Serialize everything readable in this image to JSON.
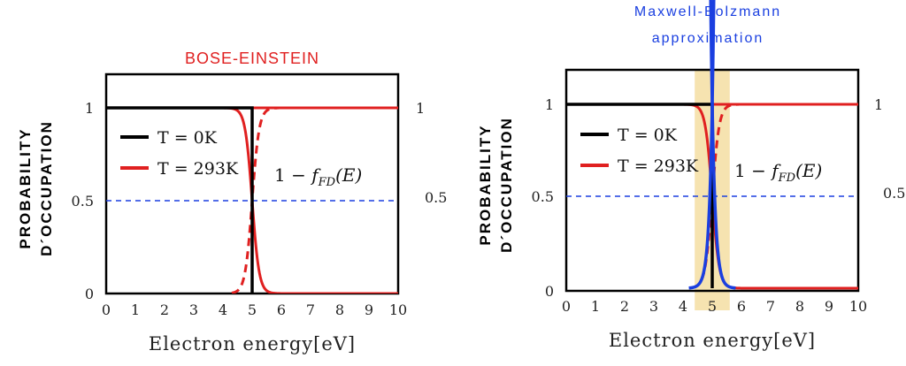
{
  "chart_data": [
    {
      "type": "line",
      "title": "BOSE-EINSTEIN",
      "xlabel": "Electron energy[eV]",
      "ylabel_line1": "PROBABILITY",
      "ylabel_line2": "D´OCCUPATION",
      "xlim": [
        0,
        10
      ],
      "ylim": [
        0,
        1.2
      ],
      "x_ticks": [
        "0",
        "1",
        "2",
        "3",
        "4",
        "5",
        "6",
        "7",
        "8",
        "9",
        "10"
      ],
      "y_ticks": [
        "0",
        "0.5",
        "1"
      ],
      "right_labels": [
        "1",
        "0.5"
      ],
      "annotation": "1 − f_FD(E)",
      "legend": [
        {
          "name": "T = 0K",
          "color": "#000000"
        },
        {
          "name": "T = 293K",
          "color": "#e02020"
        }
      ],
      "fermi_level": 5,
      "series": [
        {
          "name": "T = 0K",
          "color": "#000000",
          "x": [
            0,
            5,
            5
          ],
          "y": [
            1,
            1,
            0
          ]
        },
        {
          "name": "T = 293K",
          "color": "#e02020",
          "style": "solid",
          "function": "fermi_dirac",
          "mu": 5,
          "kT": 0.12
        },
        {
          "style": "dashed",
          "color": "#e02020",
          "function": "one_minus_fermi_dirac",
          "mu": 5,
          "kT": 0.12
        },
        {
          "style": "solid",
          "color": "#e02020",
          "x": [
            0,
            10
          ],
          "y": [
            1,
            1
          ]
        },
        {
          "style": "dashed",
          "color": "#1a3fe0",
          "x": [
            0,
            10
          ],
          "y": [
            0.5,
            0.5
          ]
        }
      ]
    },
    {
      "type": "line",
      "title_line1": "Maxwell-Bolzmann",
      "title_line2": "approximation",
      "xlabel": "Electron energy[eV]",
      "ylabel_line1": "PROBABILITY",
      "ylabel_line2": "D´OCCUPATION",
      "xlim": [
        0,
        10
      ],
      "ylim": [
        0,
        1.2
      ],
      "x_ticks": [
        "0",
        "1",
        "2",
        "3",
        "4",
        "5",
        "6",
        "7",
        "8",
        "9",
        "10"
      ],
      "y_ticks": [
        "0",
        "0.5",
        "1"
      ],
      "right_labels": [
        "1",
        "0.5"
      ],
      "annotation": "1 − f_FD(E)",
      "legend": [
        {
          "name": "T = 0K",
          "color": "#000000"
        },
        {
          "name": "T = 293K",
          "color": "#e02020"
        }
      ],
      "highlight_band": {
        "x": [
          4.4,
          5.6
        ],
        "color": "#f6e3b0"
      },
      "series": [
        {
          "name": "T = 0K",
          "color": "#000000",
          "x": [
            0,
            5,
            5
          ],
          "y": [
            1,
            1,
            0
          ]
        },
        {
          "name": "T = 293K",
          "color": "#e02020",
          "style": "solid",
          "function": "fermi_dirac",
          "mu": 5,
          "kT": 0.12
        },
        {
          "style": "dashed",
          "color": "#e02020",
          "function": "one_minus_fermi_dirac",
          "mu": 5,
          "kT": 0.12
        },
        {
          "style": "solid",
          "color": "#e02020",
          "x": [
            0,
            10
          ],
          "y": [
            1,
            1
          ]
        },
        {
          "style": "solid",
          "color": "#1a3fe0",
          "function": "boltzmann_decay",
          "mu": 5,
          "kT": 0.12
        },
        {
          "style": "solid",
          "color": "#1a3fe0",
          "function": "boltzmann_rise",
          "mu": 5,
          "kT": 0.12
        },
        {
          "style": "dashed",
          "color": "#1a3fe0",
          "x": [
            0,
            10
          ],
          "y": [
            0.5,
            0.5
          ]
        }
      ]
    }
  ]
}
